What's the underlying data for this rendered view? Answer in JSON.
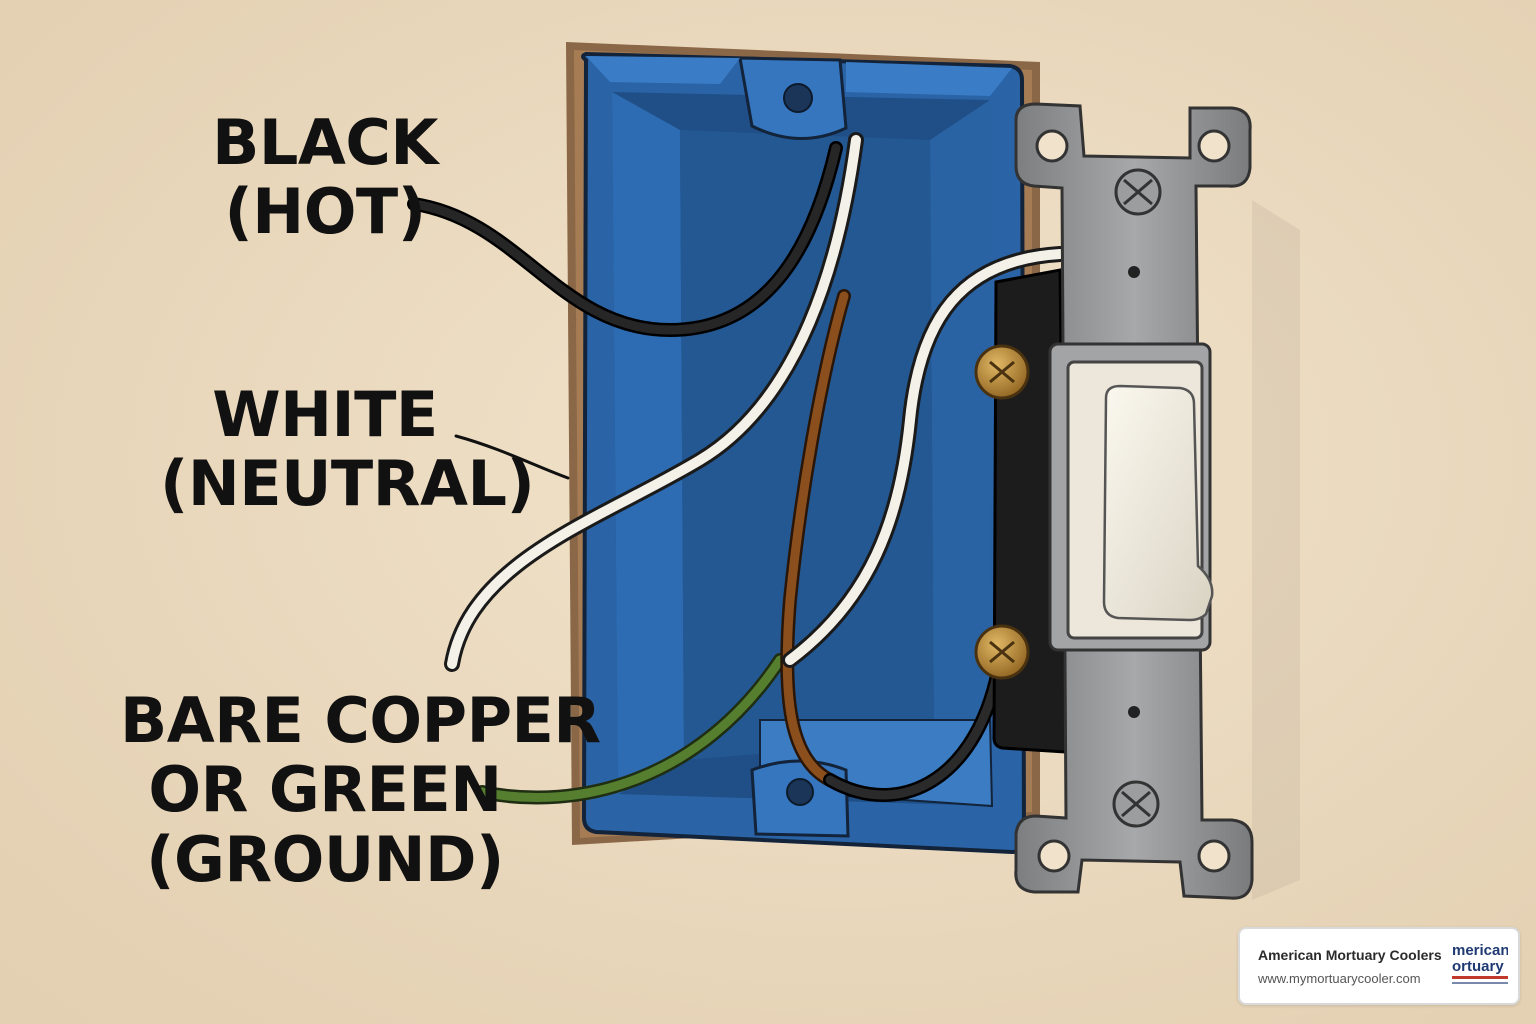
{
  "labels": {
    "black": [
      "BLACK",
      "(HOT)"
    ],
    "white": [
      "WHITE",
      "(NEUTRAL)"
    ],
    "ground": [
      "BARE COPPER",
      "OR GREEN",
      "(GROUND)"
    ]
  },
  "brand": {
    "name": "American Mortuary Coolers",
    "url": "www.mymortuarycooler.com",
    "logo_text": [
      "merican",
      "ortuary"
    ]
  },
  "colors": {
    "wall": "#ecdcc2",
    "box": "#2f6fb3",
    "box_dark": "#1f4f86",
    "wire_black": "#1b1b1b",
    "wire_white": "#f3f1ea",
    "wire_copper": "#8a4f1e",
    "wire_green": "#4f7a2c",
    "switch_plate": "#8f9092",
    "toggle": "#f1eee4",
    "screw_brass": "#b98a3a"
  }
}
